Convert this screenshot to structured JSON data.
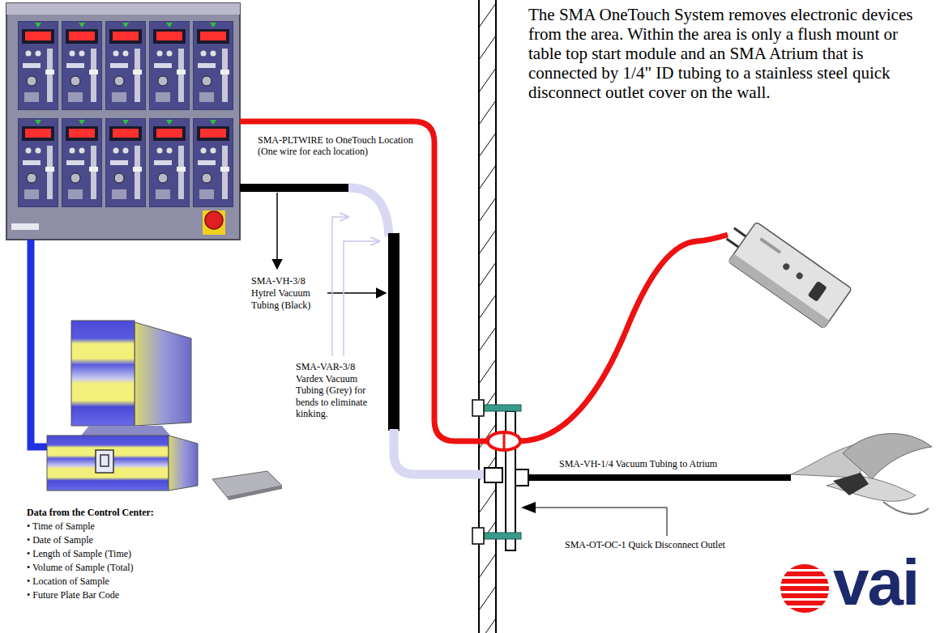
{
  "diagram": {
    "labels": [
      "The SMA OneTouch System removes electronic devices from the area. Within the area is only a flush mount or table top start module and an SMA Atrium that is connected by 1/4\" ID tubing to a stainless steel quick disconnect outlet cover on the wall.",
      "SMA-PLTWIRE to OneTouch Location (One wire for each location)",
      "SMA-VH-3/8 Hytrel Vacuum Tubing (Black)",
      "SMA-VAR-3/8 Vardex Vacuum Tubing (Grey) for bends to eliminate kinking.",
      "SMA-VH-1/4 Vacuum Tubing to Atrium",
      "SMA-OT-OC-1 Quick Disconnect Outlet",
      "Data from the Control Center:",
      "• Time of Sample",
      "• Date of Sample",
      "• Length of Sample (Time)",
      "• Volume of Sample (Total)",
      "• Location of Sample",
      "• Future Plate Bar Code",
      "vai"
    ]
  }
}
